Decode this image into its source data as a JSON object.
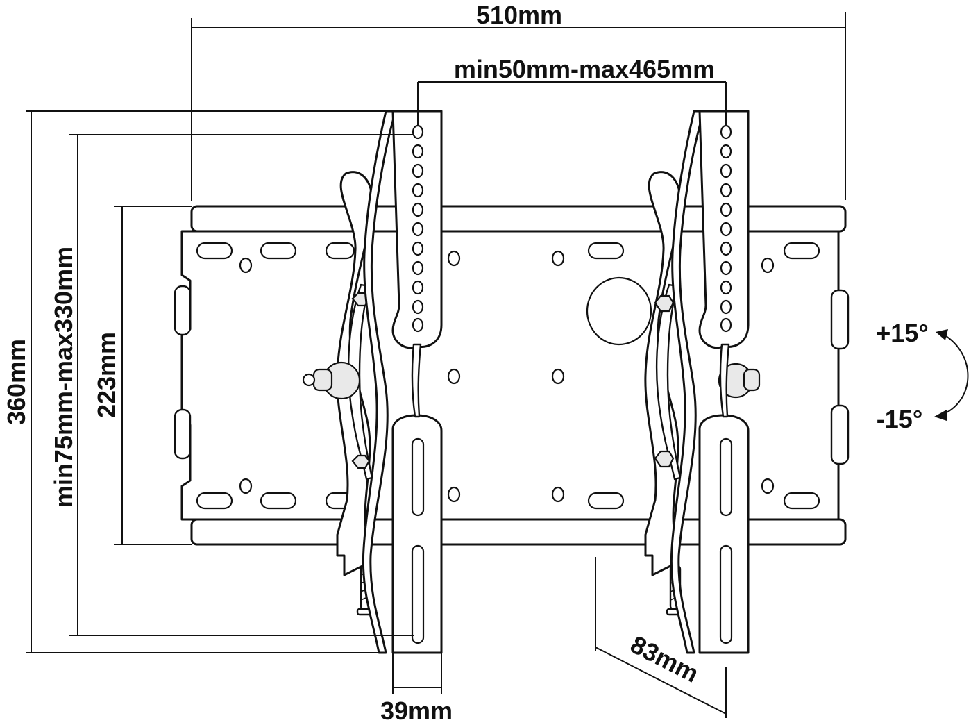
{
  "dimensions": {
    "overall_width": "510mm",
    "vesa_horizontal": "min50mm-max465mm",
    "overall_height": "360mm",
    "vesa_vertical": "min75mm-max330mm",
    "wall_plate_height": "223mm",
    "arm_width": "39mm",
    "wall_depth": "83mm"
  },
  "tilt": {
    "up": "+15°",
    "down": "-15°"
  }
}
